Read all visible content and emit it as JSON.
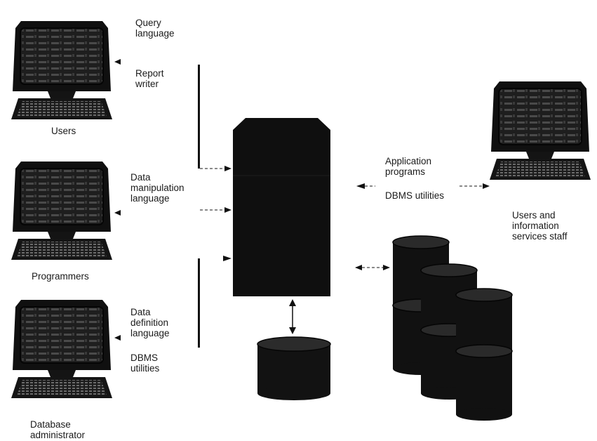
{
  "diagram": {
    "users": {
      "caption": "Users",
      "tools": [
        "Query\nlanguage",
        "Report\nwriter"
      ]
    },
    "programmers": {
      "caption": "Programmers",
      "tools": [
        "Data\nmanipulation\nlanguage"
      ]
    },
    "dba": {
      "caption": "Database\nadministrator",
      "tools": [
        "Data\ndefinition\nlanguage",
        "DBMS\nutilities"
      ]
    },
    "staff": {
      "caption": "Users and\ninformation\nservices staff",
      "tools": [
        "Application\nprograms",
        "DBMS utilities"
      ]
    }
  }
}
